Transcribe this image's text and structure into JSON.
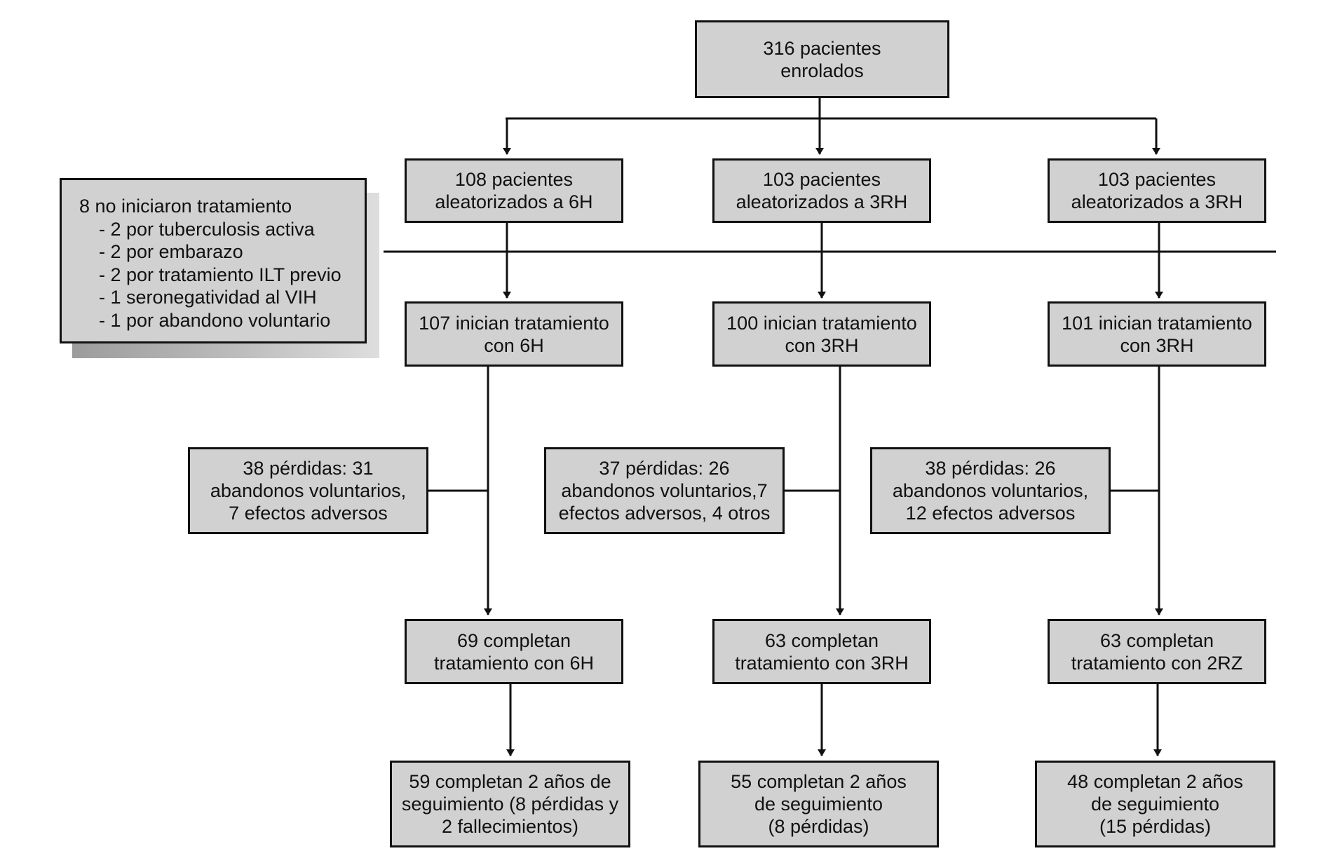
{
  "enrolled": [
    "316 pacientes",
    "enrolados"
  ],
  "exclusions": {
    "title": "8 no iniciaron tratamiento",
    "items": [
      "- 2 por tuberculosis activa",
      "- 2 por embarazo",
      "- 2 por tratamiento ILT previo",
      "- 1 seronegatividad al VIH",
      "- 1 por abandono voluntario"
    ]
  },
  "arms": [
    {
      "randomized": [
        "108 pacientes",
        "aleatorizados a 6H"
      ],
      "started": [
        "107 inician tratamiento",
        "con 6H"
      ],
      "losses": [
        "38 pérdidas: 31",
        "abandonos voluntarios,",
        "7 efectos adversos"
      ],
      "completed": [
        "69 completan",
        "tratamiento con 6H"
      ],
      "followup": [
        "59 completan 2 años de",
        "seguimiento (8 pérdidas y",
        "2 fallecimientos)"
      ]
    },
    {
      "randomized": [
        "103 pacientes",
        "aleatorizados a 3RH"
      ],
      "started": [
        "100 inician tratamiento",
        "con 3RH"
      ],
      "losses": [
        "37 pérdidas: 26",
        "abandonos voluntarios,7",
        "efectos adversos, 4 otros"
      ],
      "completed": [
        "63 completan",
        "tratamiento con 3RH"
      ],
      "followup": [
        "55 completan 2 años",
        "de seguimiento",
        "(8 pérdidas)"
      ]
    },
    {
      "randomized": [
        "103 pacientes",
        "aleatorizados a 3RH"
      ],
      "started": [
        "101 inician tratamiento",
        "con 3RH"
      ],
      "losses": [
        "38 pérdidas: 26",
        "abandonos voluntarios,",
        "12 efectos adversos"
      ],
      "completed": [
        "63 completan",
        "tratamiento con 2RZ"
      ],
      "followup": [
        "48 completan 2 años",
        "de seguimiento",
        "(15 pérdidas)"
      ]
    }
  ]
}
